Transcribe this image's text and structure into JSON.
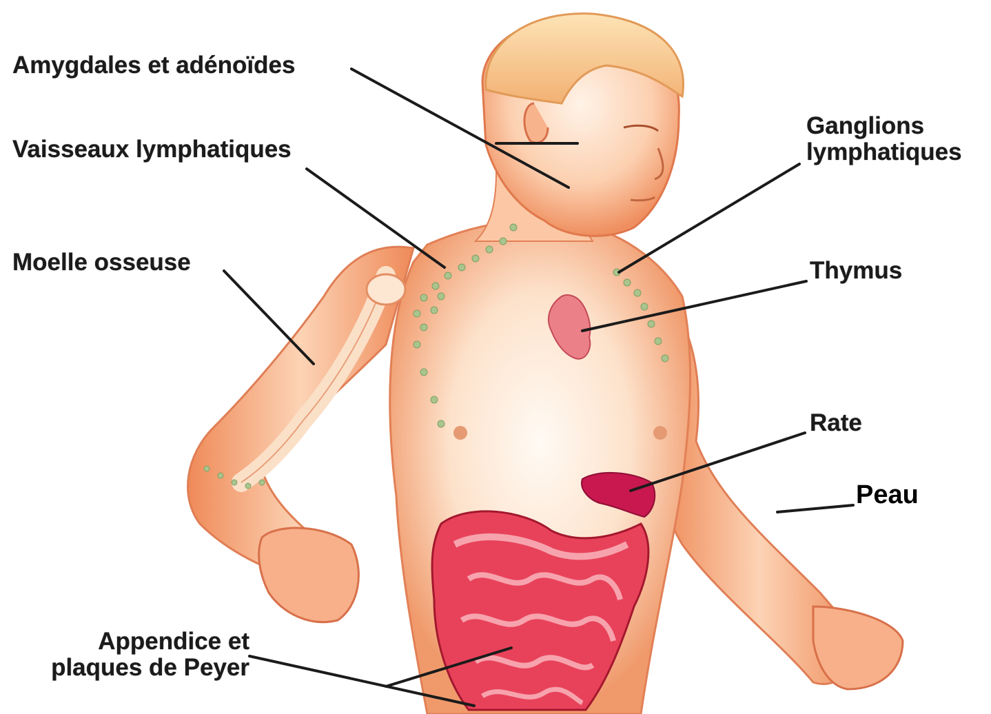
{
  "labels": {
    "amygdales": "Amygdales et adénoïdes",
    "vaisseaux": "Vaisseaux lymphatiques",
    "moelle": "Moelle osseuse",
    "appendice_line1": "Appendice et",
    "appendice_line2": "plaques de Peyer",
    "ganglions_line1": "Ganglions",
    "ganglions_line2": "lymphatiques",
    "thymus": "Thymus",
    "rate": "Rate",
    "peau": "Peau"
  },
  "colors": {
    "skin": "#f6a77c",
    "skin_shadow": "#e07e55",
    "hair": "#f3c58a",
    "thymus": "#e6707a",
    "spleen": "#c8184f",
    "intestine": "#e3334c",
    "lymph_node": "#9cbf8a",
    "leader_line": "#1b1b1b"
  }
}
